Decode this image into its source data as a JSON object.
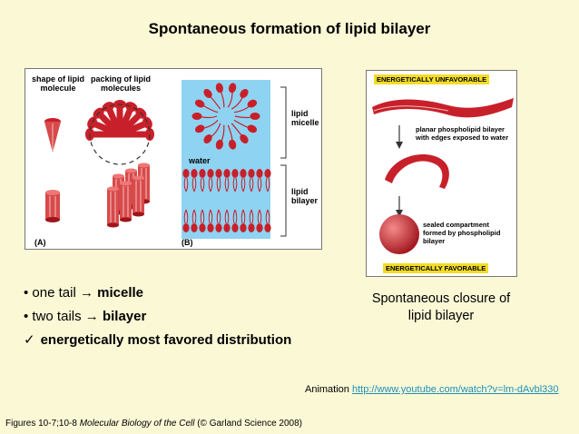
{
  "title": "Spontaneous formation of lipid bilayer",
  "figure_a": {
    "shape_label_1": "shape of lipid",
    "shape_label_2": "molecule",
    "packing_label_1": "packing of lipid",
    "packing_label_2": "molecules",
    "water_label": "water",
    "micelle_label_1": "lipid",
    "micelle_label_2": "micelle",
    "bilayer_label_1": "lipid",
    "bilayer_label_2": "bilayer",
    "panel_a": "(A)",
    "panel_b": "(B)"
  },
  "figure_b": {
    "top_bar": "ENERGETICALLY UNFAVORABLE",
    "planar_1": "planar phospholipid bilayer",
    "planar_2": "with edges exposed to water",
    "sealed_1": "sealed compartment",
    "sealed_2": "formed by phospholipid",
    "sealed_3": "bilayer",
    "bottom_bar": "ENERGETICALLY FAVORABLE"
  },
  "bullets": {
    "b1_prefix": "• one tail → ",
    "b1_bold": "micelle",
    "b2_prefix": "• two tails → ",
    "b2_bold": "bilayer",
    "b3_check": "✓",
    "b3_bold": "energetically most favored distribution"
  },
  "caption": {
    "line1": "Spontaneous closure of",
    "line2": "lipid bilayer"
  },
  "animation": {
    "label": "Animation",
    "link": "http://www.youtube.com/watch?v=lm-dAvbl330"
  },
  "footer": {
    "prefix": "Figures 10-7;10-8  ",
    "book": "Molecular Biology of the Cell",
    "suffix": " (© Garland Science 2008)"
  },
  "colors": {
    "background": "#fbf8d6",
    "lipid_red": "#c8202a",
    "water_blue": "#8fd3f2",
    "bar_yellow": "#f3dc27",
    "link": "#1e8fb6"
  }
}
